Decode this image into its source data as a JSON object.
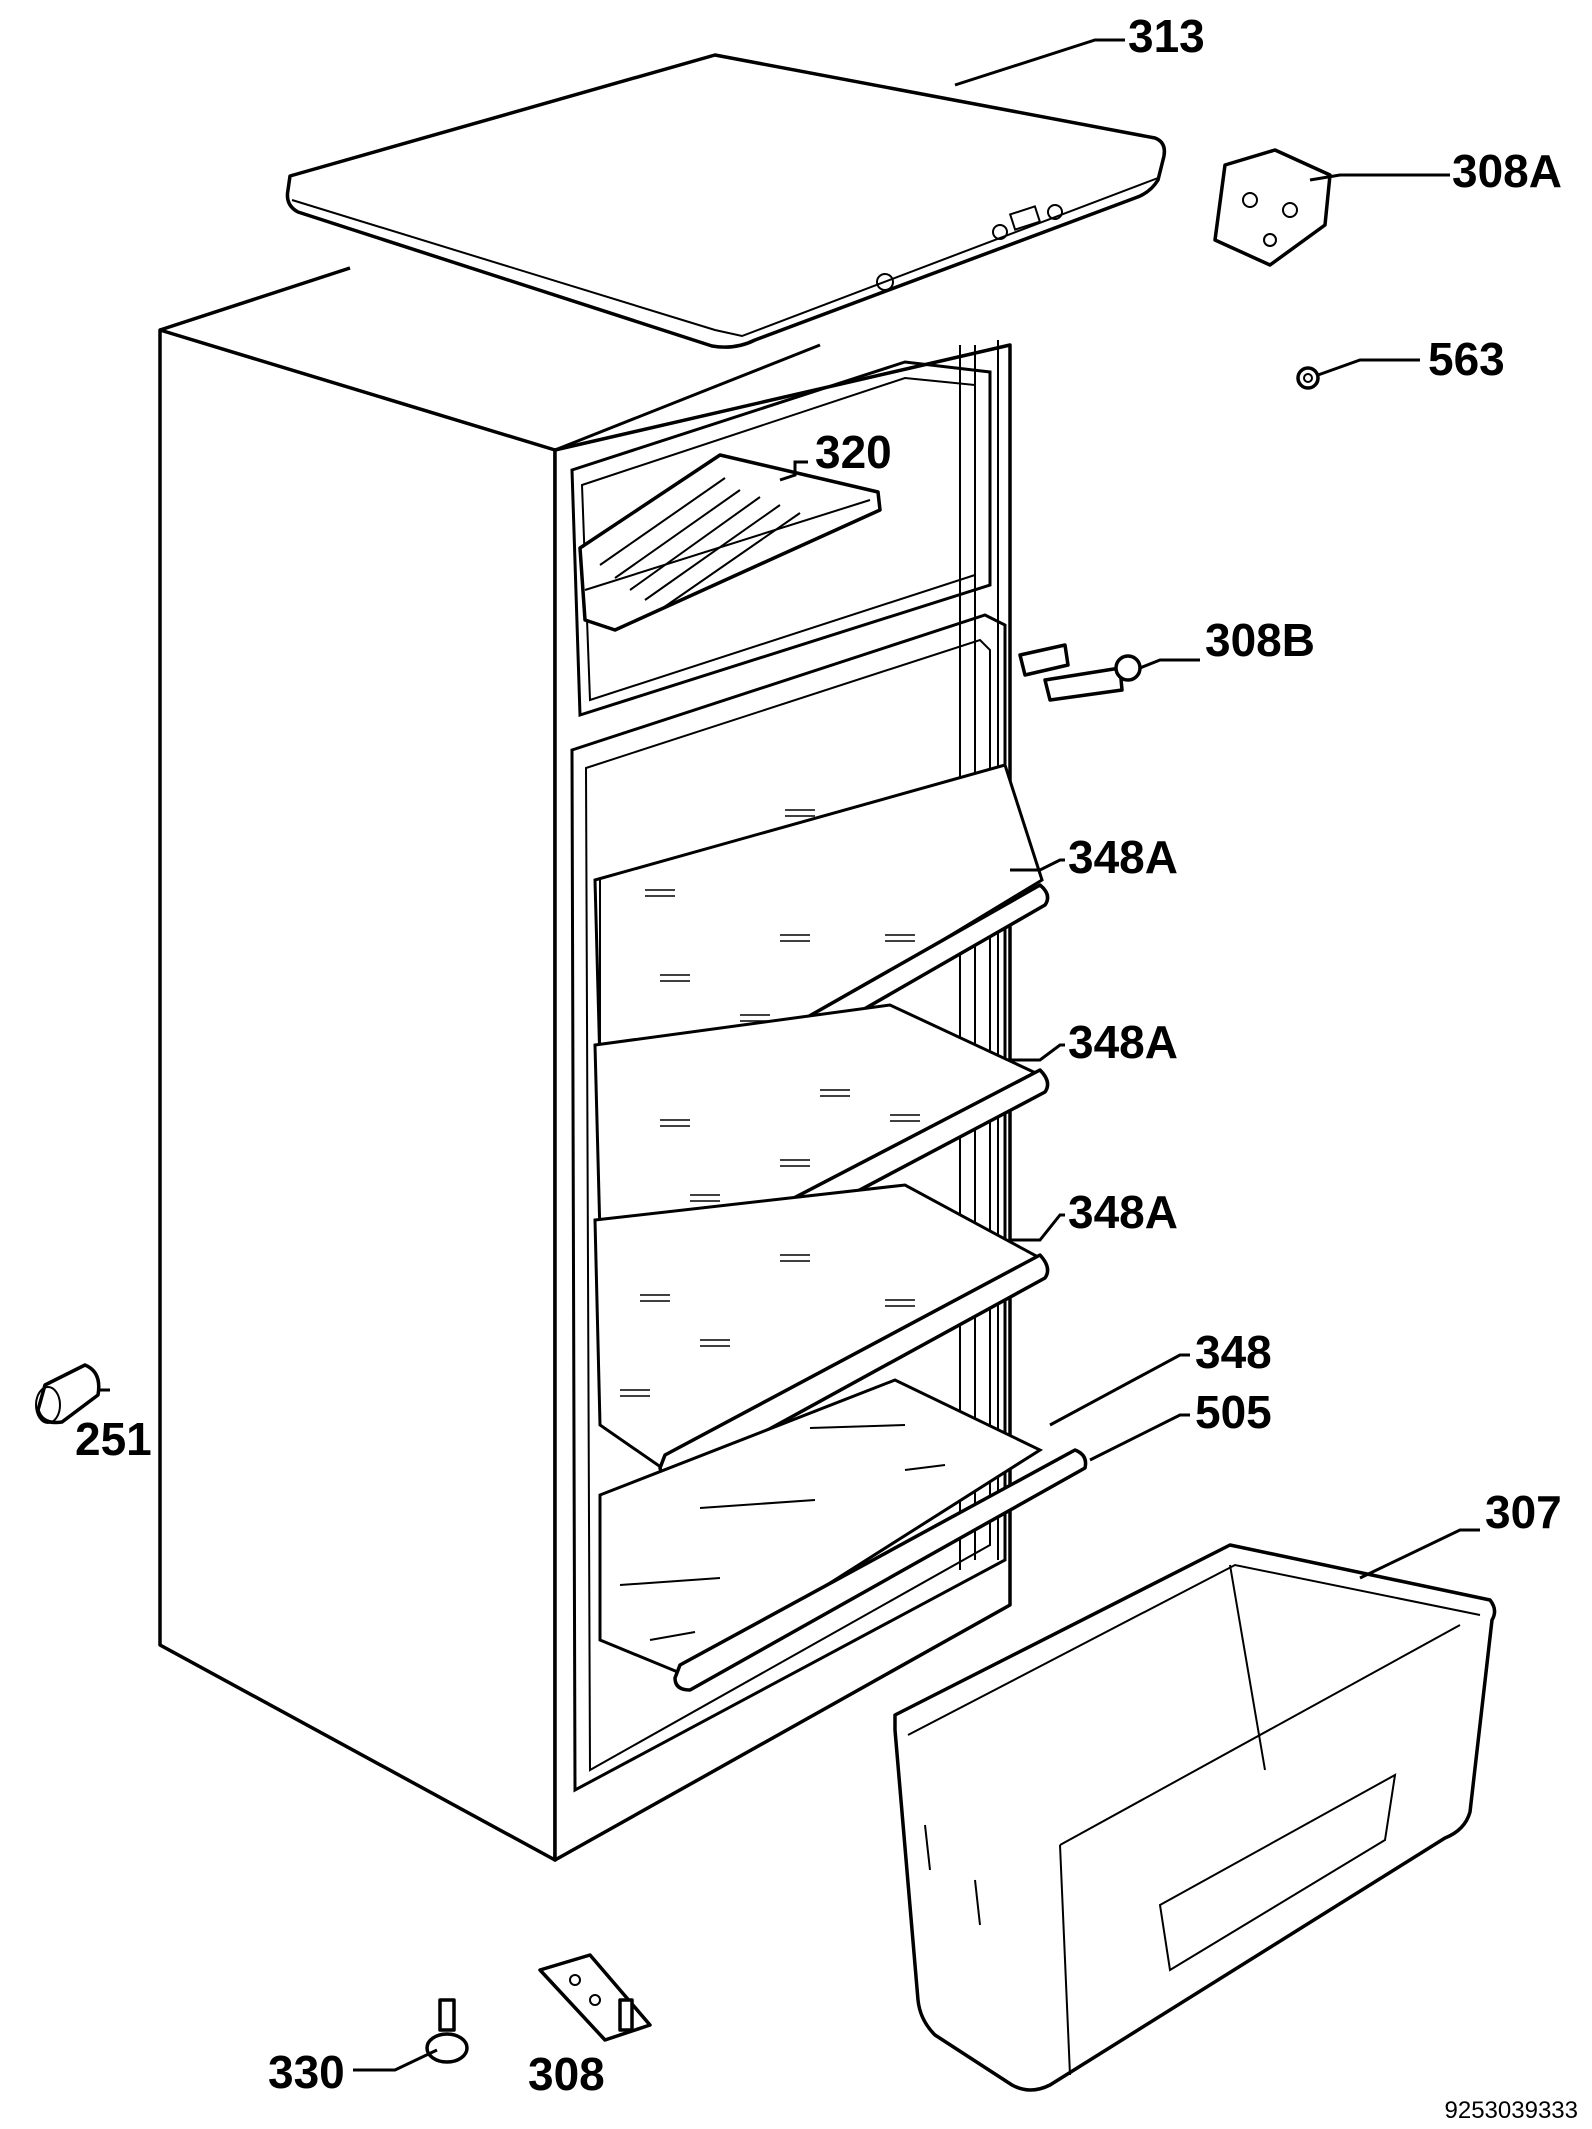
{
  "diagram": {
    "callouts": [
      {
        "id": "top-cover",
        "label": "313"
      },
      {
        "id": "hinge-top",
        "label": "308A"
      },
      {
        "id": "cap",
        "label": "563"
      },
      {
        "id": "freezer-grid-shelf",
        "label": "320"
      },
      {
        "id": "hinge-middle",
        "label": "308B"
      },
      {
        "id": "shelf-1",
        "label": "348A"
      },
      {
        "id": "shelf-2",
        "label": "348A"
      },
      {
        "id": "shelf-3",
        "label": "348A"
      },
      {
        "id": "shelf-glass",
        "label": "348"
      },
      {
        "id": "shelf-trim",
        "label": "505"
      },
      {
        "id": "crisper-drawer",
        "label": "307"
      },
      {
        "id": "handle-plug",
        "label": "251"
      },
      {
        "id": "hinge-bottom",
        "label": "308"
      },
      {
        "id": "foot",
        "label": "330"
      }
    ],
    "document_number": "9253039333"
  }
}
